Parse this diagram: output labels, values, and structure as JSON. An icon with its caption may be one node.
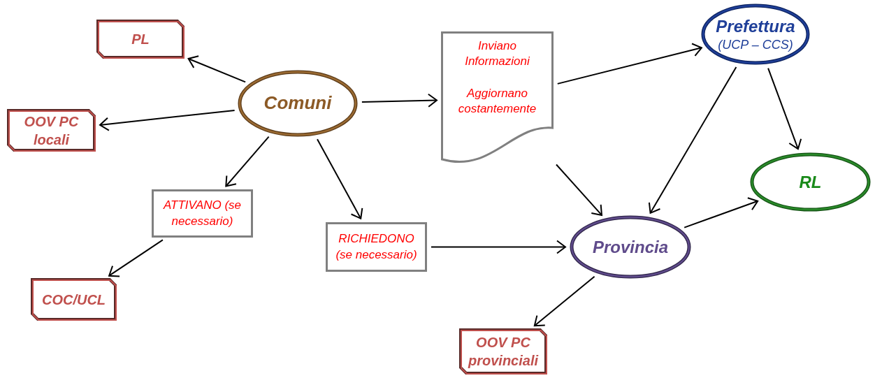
{
  "diagram": {
    "nodes": [
      {
        "text": [
          "PL"
        ]
      },
      {
        "text": [
          "Comuni"
        ]
      },
      {
        "text": [
          "OOV PC locali"
        ]
      },
      {
        "text": [
          "ATTIVANO (se necessario)"
        ]
      },
      {
        "text": [
          "COC/UCL"
        ]
      },
      {
        "text": [
          "Inviano Informazioni",
          "Aggiornano costantemente"
        ]
      },
      {
        "text": [
          "Prefettura",
          "(UCP – CCS)"
        ]
      },
      {
        "text": [
          "RL"
        ]
      },
      {
        "text": [
          "RICHIEDONO (se necessario)"
        ]
      },
      {
        "text": [
          "Provincia"
        ]
      },
      {
        "text": [
          "OOV PC provinciali"
        ]
      }
    ],
    "edges": [
      {
        "from": 1,
        "to": 0,
        "arrow": "to"
      },
      {
        "from": 1,
        "to": 2,
        "arrow": "to"
      },
      {
        "from": 1,
        "to": 3,
        "arrow": "to"
      },
      {
        "from": 3,
        "to": 4,
        "arrow": "to"
      },
      {
        "from": 1,
        "to": 8,
        "arrow": "to"
      },
      {
        "from": 1,
        "to": 5,
        "arrow": "to"
      },
      {
        "from": 5,
        "to": 6,
        "arrow": "to"
      },
      {
        "from": 5,
        "to": 9,
        "arrow": "to"
      },
      {
        "from": 6,
        "to": 9,
        "arrow": "to"
      },
      {
        "from": 6,
        "to": 7,
        "arrow": "to"
      },
      {
        "from": 8,
        "to": 9,
        "arrow": "to"
      },
      {
        "from": 9,
        "to": 7,
        "arrow": "to"
      },
      {
        "from": 9,
        "to": 10,
        "arrow": "to"
      }
    ]
  }
}
